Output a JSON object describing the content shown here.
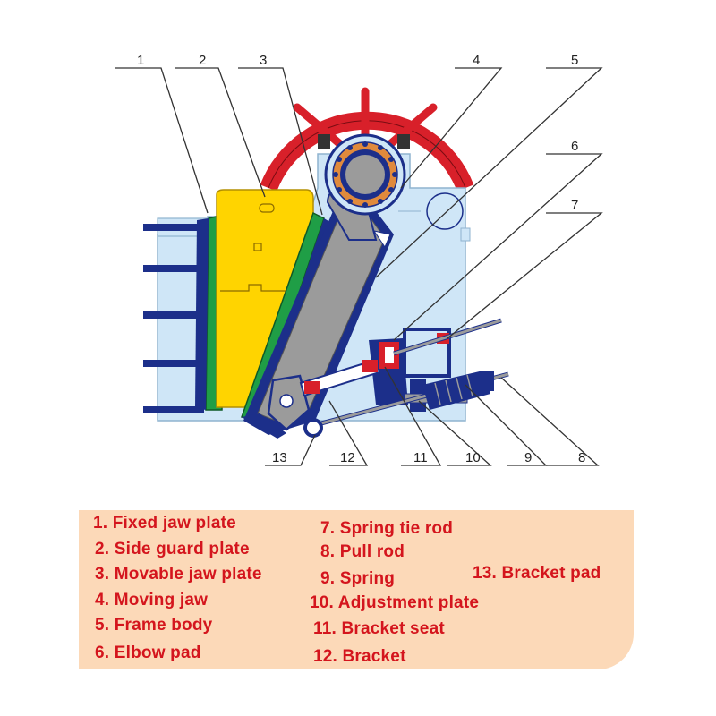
{
  "callouts": [
    "1",
    "2",
    "3",
    "4",
    "5",
    "6",
    "7",
    "8",
    "9",
    "10",
    "11",
    "12",
    "13"
  ],
  "legend": [
    "1. Fixed jaw plate",
    "2. Side guard plate",
    "3. Movable jaw plate",
    "4. Moving jaw",
    "5. Frame body",
    "6. Elbow pad",
    "7. Spring tie rod",
    "8. Pull rod",
    "9. Spring",
    "10. Adjustment plate",
    "11. Bracket seat",
    "12. Bracket",
    "13. Bracket pad"
  ],
  "colors": {
    "frame": "#cfe6f7",
    "side_guard": "#ffd400",
    "jaw_plates": "#1f9e46",
    "flywheel": "#d8202a",
    "moving_jaw": "#9b9b9b",
    "outline": "#1c2f8a",
    "bearing": "#e08a3c",
    "legend_bg": "#fcd9b8",
    "legend_text": "#d4151d"
  }
}
